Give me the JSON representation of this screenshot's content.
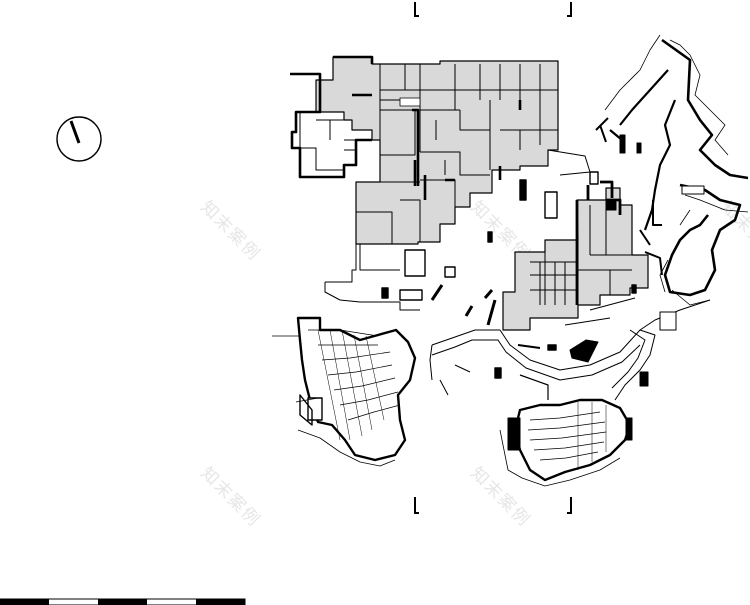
{
  "drawing": {
    "type": "architectural-floor-plan",
    "fill_color": "#d9d9d9",
    "line_color": "#000000",
    "background": "#ffffff"
  },
  "north_arrow": {
    "icon": "north-arrow-icon"
  },
  "scale_bar": {
    "icon": "scale-bar-icon",
    "segments": 5
  },
  "section_markers": {
    "icon": "section-cut-marker-icon",
    "count": 4
  },
  "watermark": {
    "text": "知末案例",
    "color": "#e6e6e6"
  }
}
